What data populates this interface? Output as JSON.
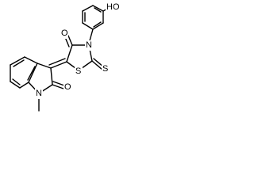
{
  "molecule": {
    "atoms": {
      "hydroxyl": "HO",
      "ring_carbonyl_oxygen": "O",
      "thiazolidine_nitrogen": "N",
      "ring_sulfur": "S",
      "thione_sulfur": "S",
      "lactam_oxygen": "O",
      "indole_nitrogen": "N"
    }
  }
}
